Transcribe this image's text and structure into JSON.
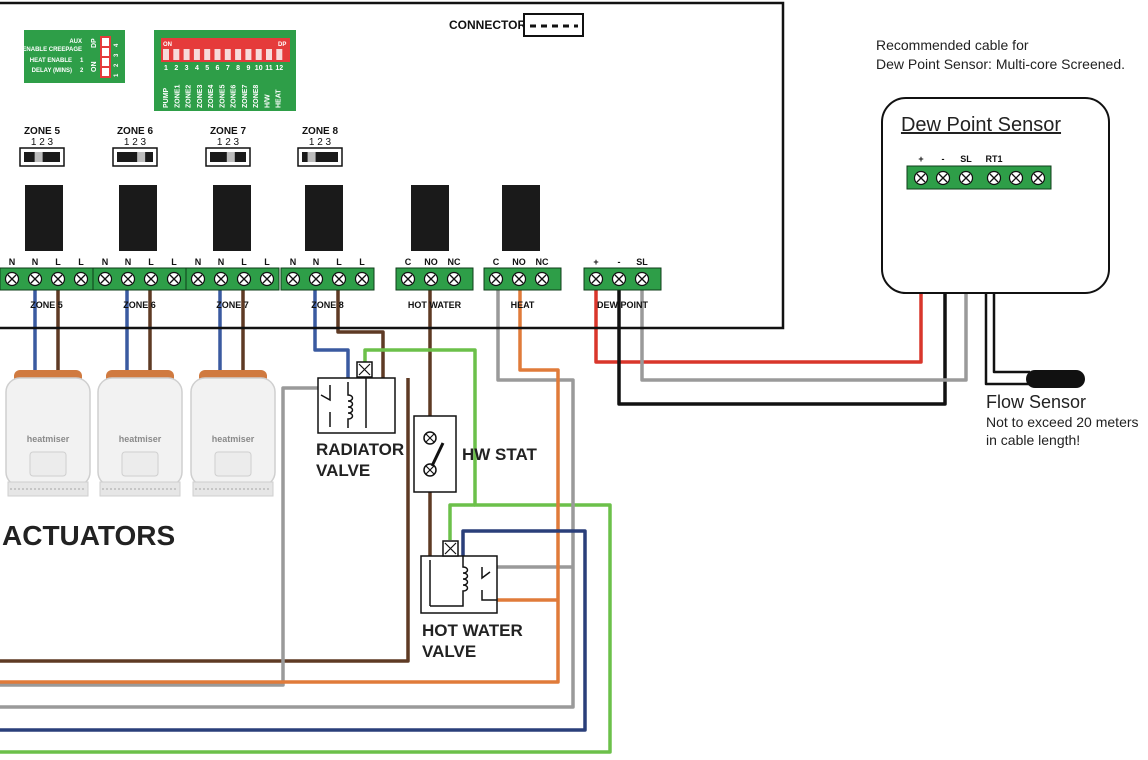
{
  "connector": "CONNECTOR",
  "dip_small": {
    "dp": "DP",
    "on": "ON",
    "numbers": [
      "1",
      "2",
      "3",
      "4"
    ],
    "labels": [
      "AUX",
      "ENABLE CREEPAGE",
      "HEAT ENABLE",
      "DELAY (MINS)"
    ],
    "side_numbers": [
      "1",
      "2"
    ]
  },
  "dip_main": {
    "on": "ON",
    "dp": "DP",
    "numbers": [
      "1",
      "2",
      "3",
      "4",
      "5",
      "6",
      "7",
      "8",
      "9",
      "10",
      "11",
      "12"
    ],
    "labels": [
      "PUMP",
      "ZONE1",
      "ZONE2",
      "ZONE3",
      "ZONE4",
      "ZONE5",
      "ZONE6",
      "ZONE7",
      "ZONE8",
      "H/W",
      "HEAT"
    ]
  },
  "zone_switches": [
    {
      "label": "ZONE 5",
      "positions": "1 2 3"
    },
    {
      "label": "ZONE 6",
      "positions": "1 2 3"
    },
    {
      "label": "ZONE 7",
      "positions": "1 2 3"
    },
    {
      "label": "ZONE 8",
      "positions": "1 2 3"
    }
  ],
  "terminal_groups": [
    {
      "name": "ZONE 5",
      "pins": [
        "N",
        "N",
        "L",
        "L"
      ]
    },
    {
      "name": "ZONE 6",
      "pins": [
        "N",
        "N",
        "L",
        "L"
      ]
    },
    {
      "name": "ZONE 7",
      "pins": [
        "N",
        "N",
        "L",
        "L"
      ]
    },
    {
      "name": "ZONE 8",
      "pins": [
        "N",
        "N",
        "L",
        "L"
      ]
    },
    {
      "name": "HOT WATER",
      "pins": [
        "C",
        "NO",
        "NC"
      ]
    },
    {
      "name": "HEAT",
      "pins": [
        "C",
        "NO",
        "NC"
      ]
    },
    {
      "name": "DEW POINT",
      "pins": [
        "+",
        "-",
        "SL"
      ]
    }
  ],
  "cable_note": [
    "Recommended cable for",
    "Dew Point Sensor: Multi-core Screened."
  ],
  "dew_point_sensor": {
    "title": "Dew Point Sensor",
    "pins": [
      "+",
      "-",
      "SL",
      "RT1"
    ]
  },
  "flow_sensor": {
    "title": "Flow Sensor",
    "note": [
      "Not to exceed 20 meters",
      "in cable length!"
    ]
  },
  "actuator_brand": "heatmiser",
  "actuators_label": "ACTUATORS",
  "radiator_valve": [
    "RADIATOR",
    "VALVE"
  ],
  "hw_stat": "HW STAT",
  "hot_water_valve": [
    "HOT WATER",
    "VALVE"
  ],
  "colors": {
    "terminal_green": "#2e9e48",
    "blue_wire": "#3a5aa0",
    "brown_wire": "#5e3a24",
    "grey_wire": "#9a9a9a",
    "orange_wire": "#e07b3a",
    "green_wire": "#6cc04a",
    "red_wire": "#d9362b",
    "black_wire": "#111111",
    "dip_red": "#e53b3b"
  }
}
